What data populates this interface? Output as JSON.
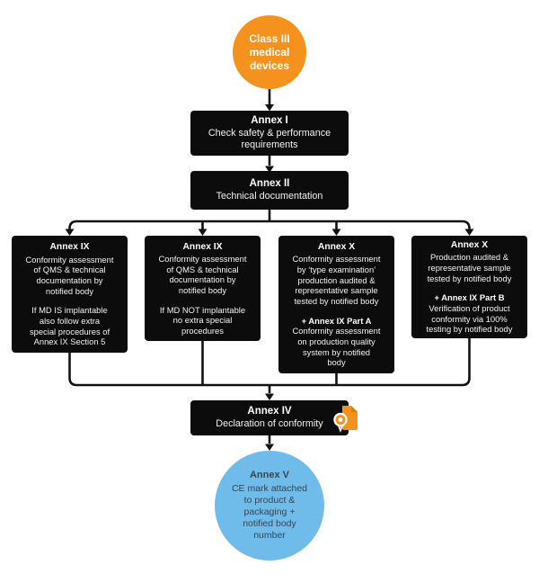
{
  "colors": {
    "accent_orange": "#F5921E",
    "accent_blue": "#6FBCEA",
    "box_black": "#0C0C0C",
    "line_black": "#121212",
    "text_on_black": "#ffffff",
    "text_on_blue": "#3A444E"
  },
  "start_node": {
    "label": "Class III\nmedical\ndevices"
  },
  "annex1": {
    "title": "Annex I",
    "body": "Check safety & performance\nrequirements"
  },
  "annex2": {
    "title": "Annex II",
    "body": "Technical documentation"
  },
  "branches": [
    {
      "title": "Annex IX",
      "body1": "Conformity assessment\nof QMS & technical\ndocumentation by\nnotified body",
      "body2": "If MD IS implantable\nalso follow extra\nspecial procedures of\nAnnex IX Section 5"
    },
    {
      "title": "Annex IX",
      "body1": "Conformity assessment\nof QMS & technical\ndocumentation by\nnotified body",
      "body2": "If MD NOT implantable\nno extra special\nprocedures"
    },
    {
      "title": "Annex X",
      "body1": "Conformity assessment\nby ‘type examination’\nproduction audited &\nrepresentative sample\ntested by notified body",
      "sub": "+ Annex IX Part A",
      "body2": "Conformity assessment\non production quality\nsystem by notified\nbody"
    },
    {
      "title": "Annex X",
      "body1": "Production audited &\nrepresentative sample\ntested by notified body",
      "sub": "+ Annex IX Part B",
      "body2": "Verification of product\nconformity via 100%\ntesting by notified body"
    }
  ],
  "annex4": {
    "title": "Annex IV",
    "body": "Declaration of conformity",
    "icon": "certificate-icon"
  },
  "annex5": {
    "title": "Annex V",
    "body": "CE mark attached\nto product &\npackaging +\nnotified body\nnumber"
  }
}
